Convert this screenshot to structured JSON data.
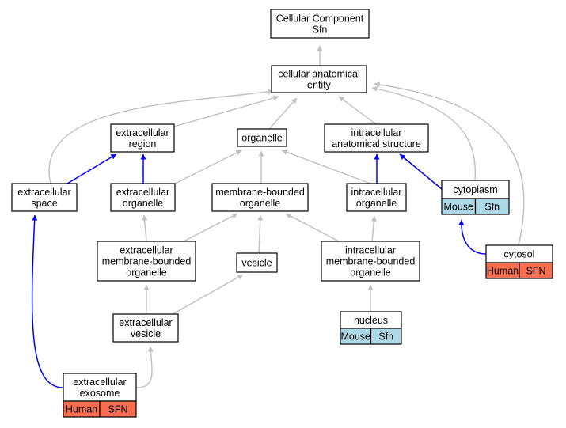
{
  "colors": {
    "mouse": "#add8e6",
    "human": "#fa6e50",
    "is_a_edge": "#c0c0c0",
    "part_of_edge": "#0000ff"
  },
  "nodes": {
    "root": [
      "Cellular Component",
      "Sfn"
    ],
    "cae": [
      "cellular anatomical",
      "entity"
    ],
    "ecr": [
      "extracellular",
      "region"
    ],
    "org": [
      "organelle"
    ],
    "ias": [
      "intracellular",
      "anatomical structure"
    ],
    "ecs": [
      "extracellular",
      "space"
    ],
    "eco": [
      "extracellular",
      "organelle"
    ],
    "mbo": [
      "membrane-bounded",
      "organelle"
    ],
    "ico": [
      "intracellular",
      "organelle"
    ],
    "cyt": [
      "cytoplasm"
    ],
    "ecmbo": [
      "extracellular",
      "membrane-bounded",
      "organelle"
    ],
    "ves": [
      "vesicle"
    ],
    "icmbo": [
      "intracellular",
      "membrane-bounded",
      "organelle"
    ],
    "cytosol": [
      "cytosol"
    ],
    "ecv": [
      "extracellular",
      "vesicle"
    ],
    "nuc": [
      "nucleus"
    ],
    "exo": [
      "extracellular",
      "exosome"
    ]
  },
  "annotations": {
    "cyt": [
      "Mouse",
      "Sfn"
    ],
    "cytosol": [
      "Human",
      "SFN"
    ],
    "nuc": [
      "Mouse",
      "Sfn"
    ],
    "exo": [
      "Human",
      "SFN"
    ]
  },
  "annotation_species": {
    "cyt": "mouse",
    "cytosol": "human",
    "nuc": "mouse",
    "exo": "human"
  },
  "edges": [
    {
      "from": "cae",
      "to": "root",
      "kind": "is_a"
    },
    {
      "from": "ecr",
      "to": "cae",
      "kind": "is_a"
    },
    {
      "from": "org",
      "to": "cae",
      "kind": "is_a"
    },
    {
      "from": "ias",
      "to": "cae",
      "kind": "is_a"
    },
    {
      "from": "ecs",
      "to": "cae",
      "kind": "is_a"
    },
    {
      "from": "cyt",
      "to": "cae",
      "kind": "is_a"
    },
    {
      "from": "cytosol",
      "to": "cae",
      "kind": "is_a"
    },
    {
      "from": "ecs",
      "to": "ecr",
      "kind": "part_of"
    },
    {
      "from": "eco",
      "to": "ecr",
      "kind": "part_of"
    },
    {
      "from": "eco",
      "to": "org",
      "kind": "is_a"
    },
    {
      "from": "mbo",
      "to": "org",
      "kind": "is_a"
    },
    {
      "from": "ico",
      "to": "org",
      "kind": "is_a"
    },
    {
      "from": "ico",
      "to": "ias",
      "kind": "part_of"
    },
    {
      "from": "cyt",
      "to": "ias",
      "kind": "part_of"
    },
    {
      "from": "ecmbo",
      "to": "eco",
      "kind": "is_a"
    },
    {
      "from": "ecmbo",
      "to": "mbo",
      "kind": "is_a"
    },
    {
      "from": "ves",
      "to": "mbo",
      "kind": "is_a"
    },
    {
      "from": "icmbo",
      "to": "mbo",
      "kind": "is_a"
    },
    {
      "from": "icmbo",
      "to": "ico",
      "kind": "is_a"
    },
    {
      "from": "cytosol",
      "to": "cyt",
      "kind": "part_of"
    },
    {
      "from": "ecv",
      "to": "ecmbo",
      "kind": "is_a"
    },
    {
      "from": "ecv",
      "to": "ves",
      "kind": "is_a"
    },
    {
      "from": "nuc",
      "to": "icmbo",
      "kind": "is_a"
    },
    {
      "from": "exo",
      "to": "ecv",
      "kind": "is_a"
    },
    {
      "from": "exo",
      "to": "ecs",
      "kind": "part_of"
    }
  ]
}
